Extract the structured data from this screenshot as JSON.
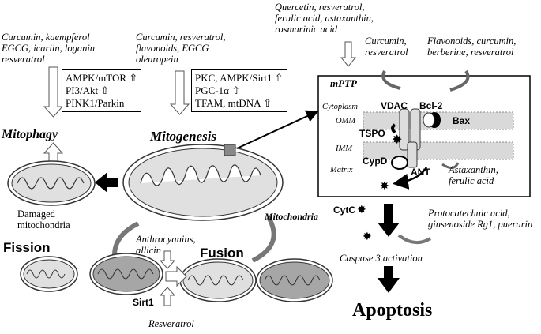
{
  "left_top": {
    "compounds": [
      "Curcumin, kaempferol",
      "EGCG, icariin, loganin",
      "resveratrol"
    ]
  },
  "mitophagy_box": {
    "lines": [
      "AMPK/mTOR",
      "PI3/Akt",
      "PINK1/Parkin"
    ]
  },
  "mid_top": {
    "compounds": [
      "Curcumin, resveratrol,",
      "flavonoids, EGCG",
      "oleuropein"
    ]
  },
  "mitogenesis_box": {
    "lines": [
      "PKC, AMPK/Sirt1",
      "PGC-1α",
      "TFAM, mtDNA"
    ]
  },
  "right_top": {
    "compounds": [
      "Quercetin, resveratrol,",
      "ferulic acid, astaxanthin,",
      "rosmarinic acid"
    ]
  },
  "mptp_left": {
    "lines": [
      "Curcumin,",
      "resveratrol"
    ]
  },
  "mptp_right": {
    "lines": [
      "Flavonoids, curcumin,",
      "berberine, resveratrol"
    ]
  },
  "labels": {
    "mitophagy": "Mitophagy",
    "mitogenesis": "Mitogenesis",
    "mitochondria": "Mitochondria",
    "damaged": [
      "Damaged",
      "mitochondria"
    ],
    "fission": "Fission",
    "fusion": "Fusion",
    "sirt1": "Sirt1",
    "resveratrol": "Resveratrol",
    "anthro": [
      "Anthrocyanins,",
      "allicin"
    ]
  },
  "mptp": {
    "title": "mPTP",
    "cytoplasm": "Cytoplasm",
    "omm": "OMM",
    "imm": "IMM",
    "matrix": "Matrix",
    "vdac": "VDAC",
    "bcl2": "Bcl-2",
    "bax": "Bax",
    "tspo": "TSPO",
    "cypd": "CypD",
    "ant": "ANT",
    "inhibitors": [
      "Astaxanthin,",
      "ferulic acid"
    ]
  },
  "apoptosis": {
    "cytc": "CytC",
    "compounds": [
      "Protocatechuic acid,",
      "ginsenoside Rg1, puerarin"
    ],
    "caspase": "Caspase 3 activation",
    "title": "Apoptosis"
  },
  "colors": {
    "membrane": "#d9d9d9",
    "fill_dark": "#a6a6a6",
    "line": "#000000"
  }
}
